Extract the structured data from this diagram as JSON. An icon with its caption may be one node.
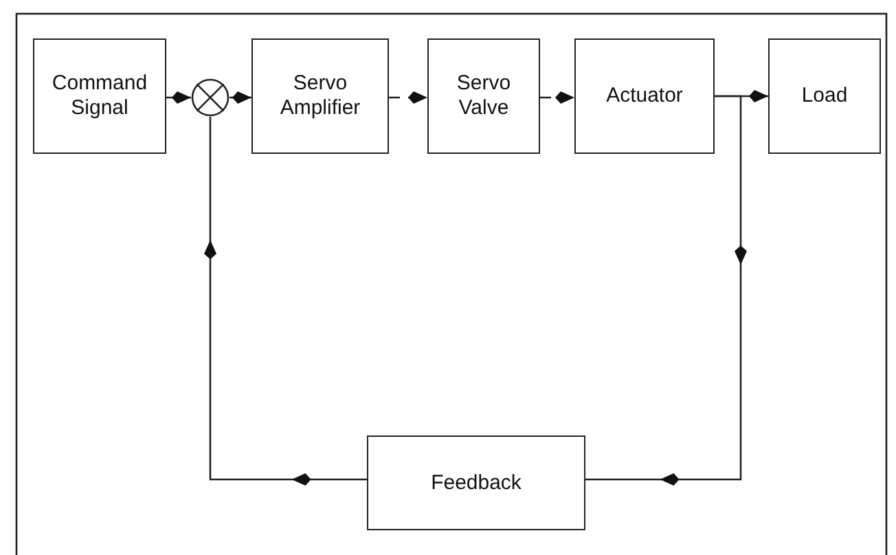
{
  "diagram": {
    "nodes": [
      {
        "text": [
          "Command Signal"
        ]
      },
      {
        "text": [],
        "shape": "circle"
      },
      {
        "text": [
          "Servo Amplifier"
        ]
      },
      {
        "text": [
          "Servo Valve"
        ]
      },
      {
        "text": [
          "Actuator"
        ]
      },
      {
        "text": [
          "Load"
        ]
      },
      {
        "text": [
          "Feedback"
        ]
      }
    ],
    "edges": [
      {
        "from": 0,
        "to": 1,
        "arrow": "to"
      },
      {
        "from": 1,
        "to": 2,
        "arrow": "to"
      },
      {
        "from": 2,
        "to": 3,
        "arrow": "to",
        "style": "dashed"
      },
      {
        "from": 3,
        "to": 4,
        "arrow": "to",
        "style": "dashed"
      },
      {
        "from": 4,
        "to": 5,
        "arrow": "to"
      },
      {
        "from": 4,
        "to": 6,
        "arrow": "to"
      },
      {
        "from": 6,
        "to": 1,
        "arrow": "to"
      }
    ]
  }
}
